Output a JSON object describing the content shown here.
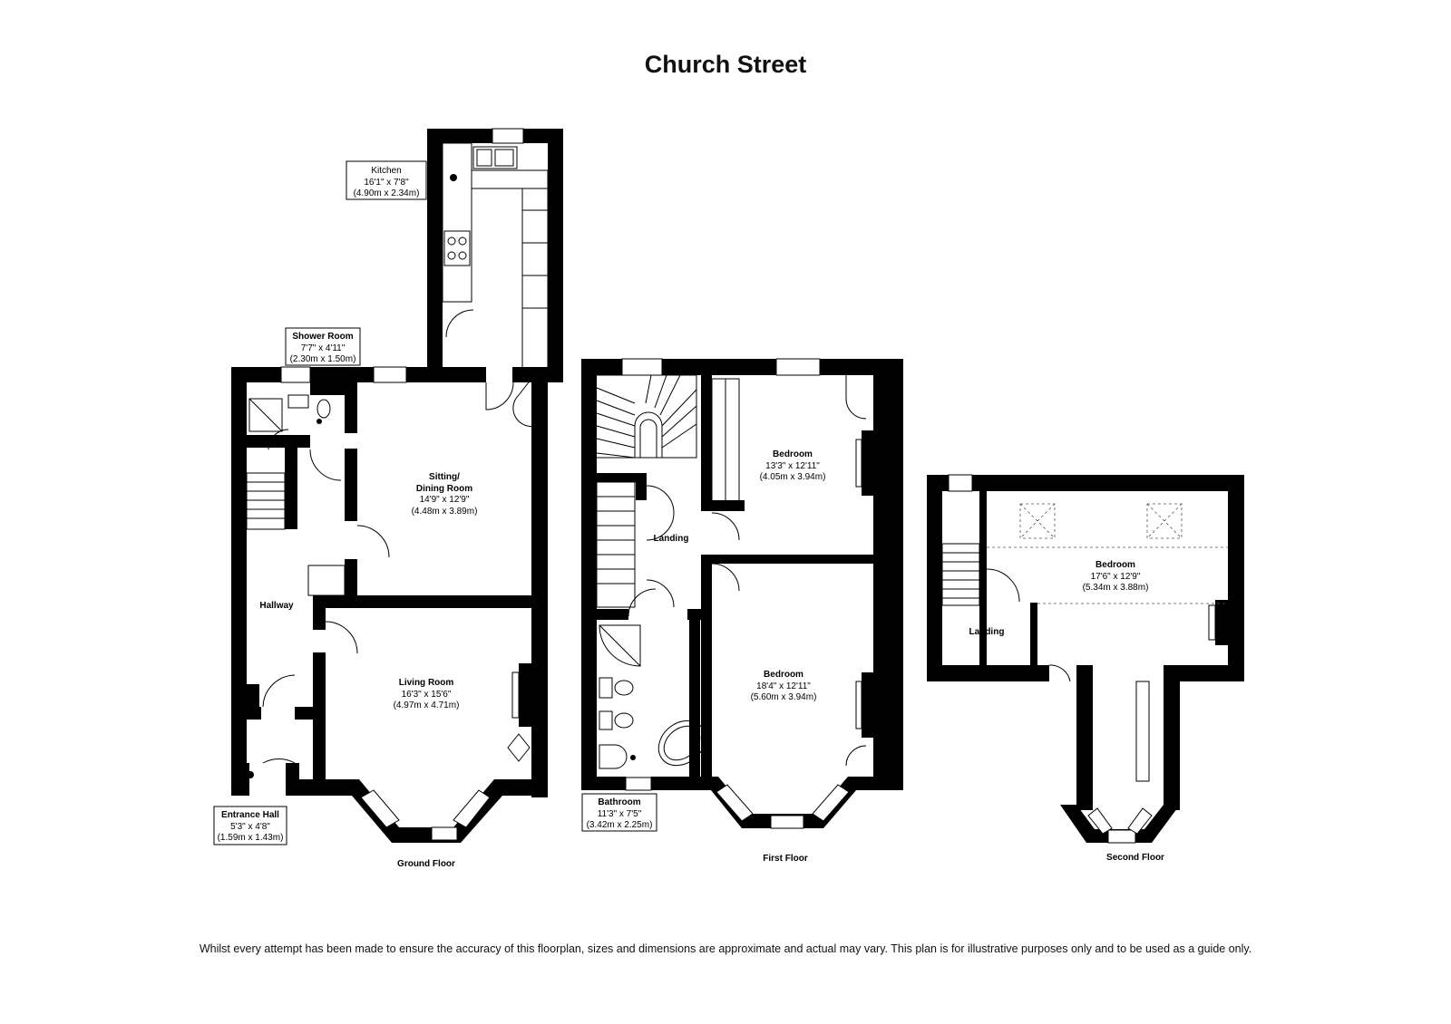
{
  "title": "Church Street",
  "disclaimer": "Whilst every attempt has been made to ensure the accuracy of this floorplan, sizes and dimensions are approximate and actual may vary. This plan is for illustrative purposes only and to be used as a guide only.",
  "floors": {
    "ground": "Ground Floor",
    "first": "First Floor",
    "second": "Second Floor"
  },
  "rooms": {
    "kitchen": {
      "name": "Kitchen",
      "imperial": "16'1\" x 7'8\"",
      "metric": "(4.90m x 2.34m)"
    },
    "shower": {
      "name": "Shower Room",
      "imperial": "7'7\" x 4'11\"",
      "metric": "(2.30m x 1.50m)"
    },
    "sitting": {
      "name1": "Sitting/",
      "name2": "Dining Room",
      "imperial": "14'9\" x 12'9\"",
      "metric": "(4.48m x 3.89m)"
    },
    "hallway": {
      "name": "Hallway"
    },
    "living": {
      "name": "Living Room",
      "imperial": "16'3\" x 15'6\"",
      "metric": "(4.97m x 4.71m)"
    },
    "entrance": {
      "name": "Entrance Hall",
      "imperial": "5'3\" x 4'8\"",
      "metric": "(1.59m x 1.43m)"
    },
    "landing1": {
      "name": "Landing"
    },
    "bed1": {
      "name": "Bedroom",
      "imperial": "13'3\" x 12'11\"",
      "metric": "(4.05m x 3.94m)"
    },
    "bed2": {
      "name": "Bedroom",
      "imperial": "18'4\" x 12'11\"",
      "metric": "(5.60m x 3.94m)"
    },
    "bathroom": {
      "name": "Bathroom",
      "imperial": "11'3\" x 7'5\"",
      "metric": "(3.42m x 2.25m)"
    },
    "bed3": {
      "name": "Bedroom",
      "imperial": "17'6\" x 12'9\"",
      "metric": "(5.34m x 3.88m)"
    },
    "landing2": {
      "name": "Landing"
    }
  }
}
